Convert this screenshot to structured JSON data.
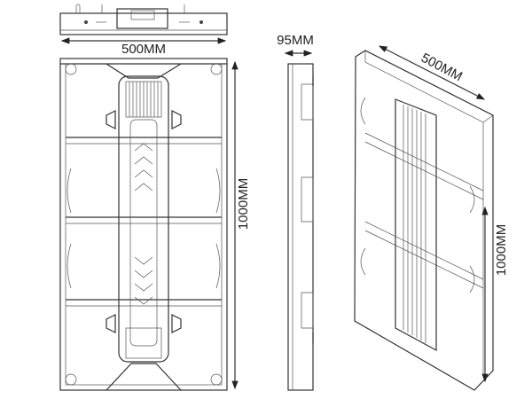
{
  "dimensions": {
    "top_width": "500MM",
    "side_depth": "95MM",
    "iso_width": "500MM",
    "front_height": "1000MM",
    "iso_height": "1000MM"
  }
}
